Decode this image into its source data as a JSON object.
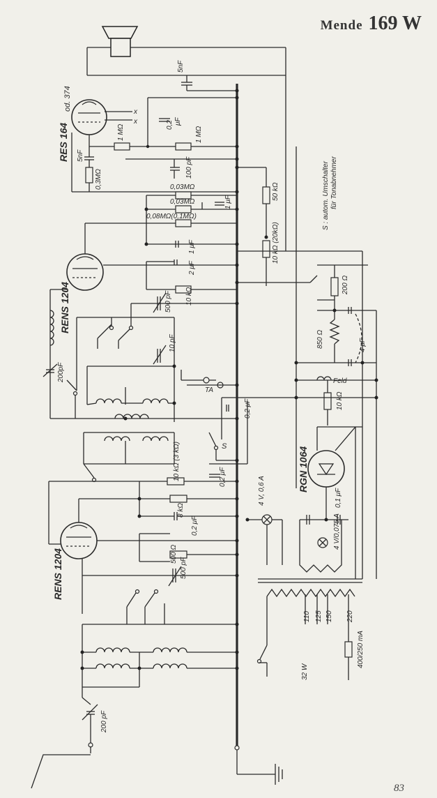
{
  "header": {
    "brand": "Mende",
    "model": "169 W"
  },
  "page_number": "83",
  "tubes": {
    "t1": "RES 164",
    "t1_note": "od. 374",
    "t2": "RENS 1204",
    "t3": "RENS 1204",
    "rect": "RGN 1064"
  },
  "components": {
    "c_5nf_top": "5nF",
    "c_02uf_a": "0,2",
    "unit_uf": "μF",
    "r_1mohm_a": "1 MΩ",
    "r_1mohm_b": "1 MΩ",
    "c_5nf_left": "5nF",
    "r_03mohm": "0,3MΩ",
    "c_100pf": "100 pF",
    "r_003m_a": "0,03MΩ",
    "r_003m_b": "0,03MΩ",
    "r_008m": "0,08MΩ(0,1MΩ)",
    "c_1uf": "1 μF",
    "c_1uf_b": "1 μF",
    "c_2uf": "2 μF",
    "r_50k": "50 kΩ",
    "r_10k_20k": "10 kΩ (20kΩ)",
    "switch_note": "S : autom. Umschalter",
    "switch_note2": "für Tonabnehmer",
    "c_500pf_a": "500 pF",
    "r_10k_a": "10 kΩ",
    "r_200": "200 Ω",
    "c_10pf": "10 pF",
    "r_850": "850 Ω",
    "c_4uf": "4 μF",
    "c_200pf_left": "200pF",
    "feld": "Feld",
    "ta": "TA",
    "c_02uf_b": "0,2 μF",
    "s_label": "S",
    "r_10k_b": "10 kΩ",
    "r_10k_3k": "10 kΩ (3 kΩ)",
    "c_02uf_c": "0,2 μF",
    "lamp_a": "4 V, 0,6 A",
    "c_01uf": "0,1 μF",
    "r_8k": "8 kΩ",
    "c_02uf_d": "0,2 μF",
    "r_500": "500 Ω",
    "c_500pf_b": "500 pF",
    "lamp_b": "4 V/0,075 A",
    "taps": [
      "110",
      "125",
      "150",
      "220"
    ],
    "fuse": "400/250 mA",
    "power": "32 W",
    "c_200pf_ant": "200 pF"
  }
}
